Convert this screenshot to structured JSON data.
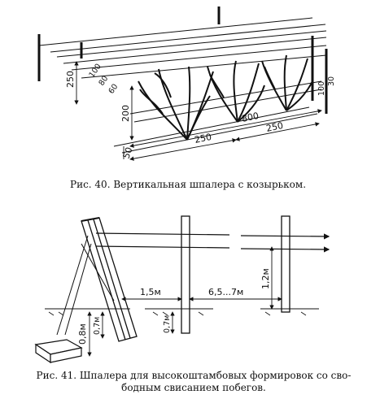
{
  "figure40": {
    "caption_num": "Рис. 40.",
    "caption_text": "Вертикальная шпалера с козырьком.",
    "dims": {
      "height_left": "250",
      "spacing_a": "100",
      "spacing_b": "80",
      "spacing_c": "60",
      "height_post": "200",
      "base": "50",
      "length_total": "800",
      "span_1": "250",
      "span_2": "250",
      "right_a": "100",
      "right_b": "30"
    }
  },
  "figure41": {
    "caption_line1": "Рис. 41. Шпалера для высокоштамбовых формировок со сво-",
    "caption_line2": "бодным свисанием побегов.",
    "dims": {
      "distance_1": "1,5м",
      "distance_2": "6,5...7м",
      "height_wire": "1,2м",
      "depth_anchor": "0,8м",
      "depth_post_1": "0,7м",
      "depth_post_2": "0,7м"
    }
  }
}
